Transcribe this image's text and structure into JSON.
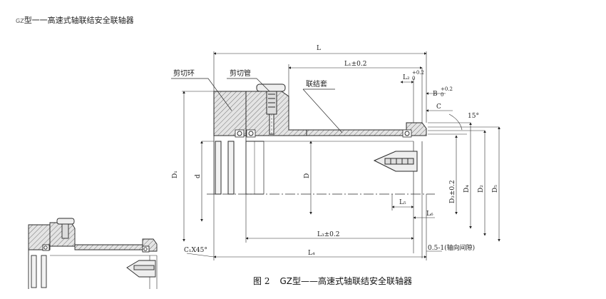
{
  "header": {
    "title_prefix": "GZ",
    "title_rest": "型一一高速式轴联结安全联轴器"
  },
  "caption": {
    "fig": "图 2",
    "text": "GZ型——高速式轴联结安全联轴器"
  },
  "labels": {
    "shear_ring": "剪切环",
    "shear_tube": "剪切管",
    "coupling_sleeve": "联结套",
    "L": "L",
    "L1": "L₁±0.2",
    "L2": "L₂",
    "L2_tol": "+0.2",
    "L2_tol0": "0",
    "B": "B",
    "B_tol": "+0.2",
    "B_tol0": "0",
    "C": "C",
    "angle": "15°",
    "D1": "D₁",
    "d": "d",
    "D": "D",
    "D3": "D₃±0.2",
    "D4": "D₄",
    "D2": "D₂",
    "D5": "D₅",
    "L5": "L₅",
    "L6": "L₆",
    "L3": "L₃±0.2",
    "chamfer": "C₁X45°",
    "L4": "L₄",
    "gap": "0.5-1(轴向间隙)"
  },
  "colors": {
    "line": "#2a2a2a",
    "hatch": "#444444",
    "fill": "#d8d8d8"
  }
}
